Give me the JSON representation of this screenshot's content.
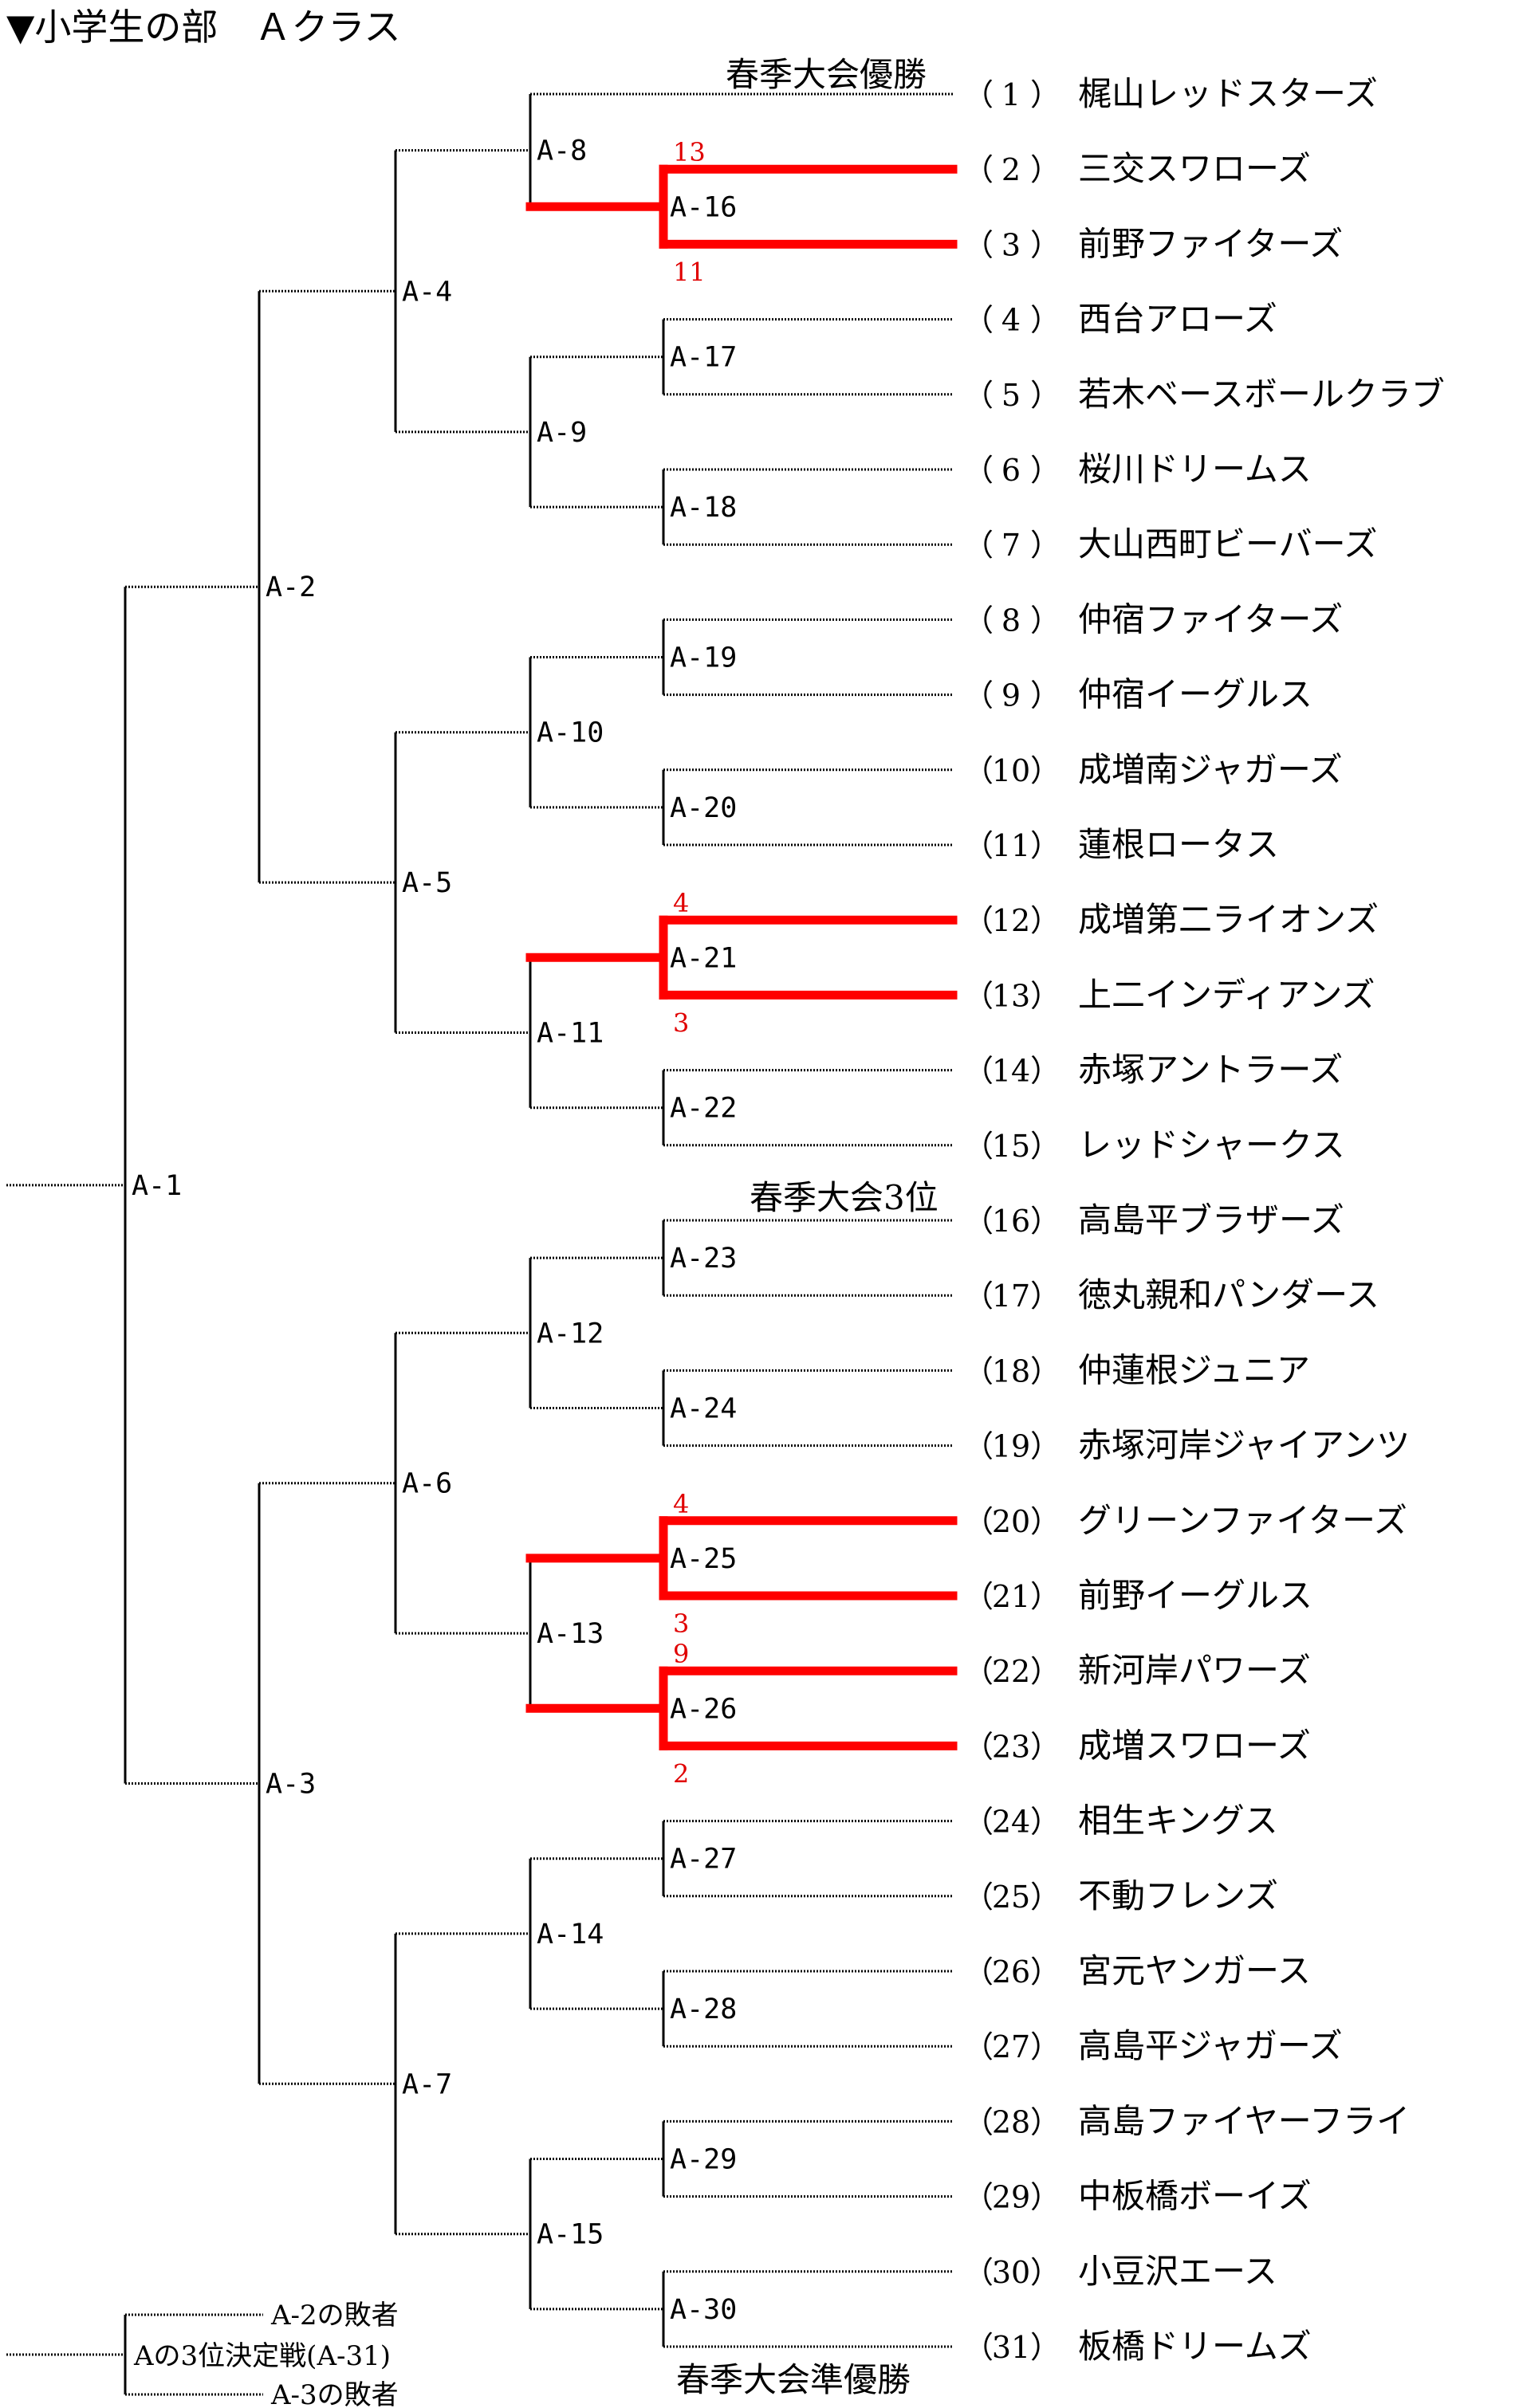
{
  "title": "▼小学生の部　Ａクラス",
  "colors": {
    "line": "#000000",
    "winner": "#ff0000",
    "score": "#e00000"
  },
  "notes": {
    "champion": "春季大会優勝",
    "runner_up": "春季大会準優勝",
    "third": "春季大会3位"
  },
  "teams": [
    {
      "no": "1",
      "name": "梶山レッドスターズ"
    },
    {
      "no": "2",
      "name": "三交スワローズ"
    },
    {
      "no": "3",
      "name": "前野ファイターズ"
    },
    {
      "no": "4",
      "name": "西台アローズ"
    },
    {
      "no": "5",
      "name": "若木ベースボールクラブ"
    },
    {
      "no": "6",
      "name": "桜川ドリームス"
    },
    {
      "no": "7",
      "name": "大山西町ビーバーズ"
    },
    {
      "no": "8",
      "name": "仲宿ファイターズ"
    },
    {
      "no": "9",
      "name": "仲宿イーグルス"
    },
    {
      "no": "10",
      "name": "成増南ジャガーズ"
    },
    {
      "no": "11",
      "name": "蓮根ロータス"
    },
    {
      "no": "12",
      "name": "成増第二ライオンズ"
    },
    {
      "no": "13",
      "name": "上二インディアンズ"
    },
    {
      "no": "14",
      "name": "赤塚アントラーズ"
    },
    {
      "no": "15",
      "name": "レッドシャークス"
    },
    {
      "no": "16",
      "name": "高島平ブラザーズ"
    },
    {
      "no": "17",
      "name": "徳丸親和パンダース"
    },
    {
      "no": "18",
      "name": "仲蓮根ジュニア"
    },
    {
      "no": "19",
      "name": "赤塚河岸ジャイアンツ"
    },
    {
      "no": "20",
      "name": "グリーンファイターズ"
    },
    {
      "no": "21",
      "name": "前野イーグルス"
    },
    {
      "no": "22",
      "name": "新河岸パワーズ"
    },
    {
      "no": "23",
      "name": "成増スワローズ"
    },
    {
      "no": "24",
      "name": "相生キングス"
    },
    {
      "no": "25",
      "name": "不動フレンズ"
    },
    {
      "no": "26",
      "name": "宮元ヤンガース"
    },
    {
      "no": "27",
      "name": "高島平ジャガーズ"
    },
    {
      "no": "28",
      "name": "高島ファイヤーフライ"
    },
    {
      "no": "29",
      "name": "中板橋ボーイズ"
    },
    {
      "no": "30",
      "name": "小豆沢エース"
    },
    {
      "no": "31",
      "name": "板橋ドリームズ"
    }
  ],
  "matches": {
    "A-1": "A-1",
    "A-2": "A-2",
    "A-3": "A-3",
    "A-4": "A-4",
    "A-5": "A-5",
    "A-6": "A-6",
    "A-7": "A-7",
    "A-8": "A-8",
    "A-9": "A-9",
    "A-10": "A-10",
    "A-11": "A-11",
    "A-12": "A-12",
    "A-13": "A-13",
    "A-14": "A-14",
    "A-15": "A-15",
    "A-16": "A-16",
    "A-17": "A-17",
    "A-18": "A-18",
    "A-19": "A-19",
    "A-20": "A-20",
    "A-21": "A-21",
    "A-22": "A-22",
    "A-23": "A-23",
    "A-24": "A-24",
    "A-25": "A-25",
    "A-26": "A-26",
    "A-27": "A-27",
    "A-28": "A-28",
    "A-29": "A-29",
    "A-30": "A-30"
  },
  "scores": {
    "A-16": {
      "top": "13",
      "bottom": "11"
    },
    "A-21": {
      "top": "4",
      "bottom": "3"
    },
    "A-25": {
      "top": "4",
      "bottom": "3"
    },
    "A-26": {
      "top": "9",
      "bottom": "2"
    }
  },
  "third_place": {
    "loser_a2": "A-2の敗者",
    "label": "Aの3位決定戦(A-31)",
    "loser_a3": "A-3の敗者"
  }
}
